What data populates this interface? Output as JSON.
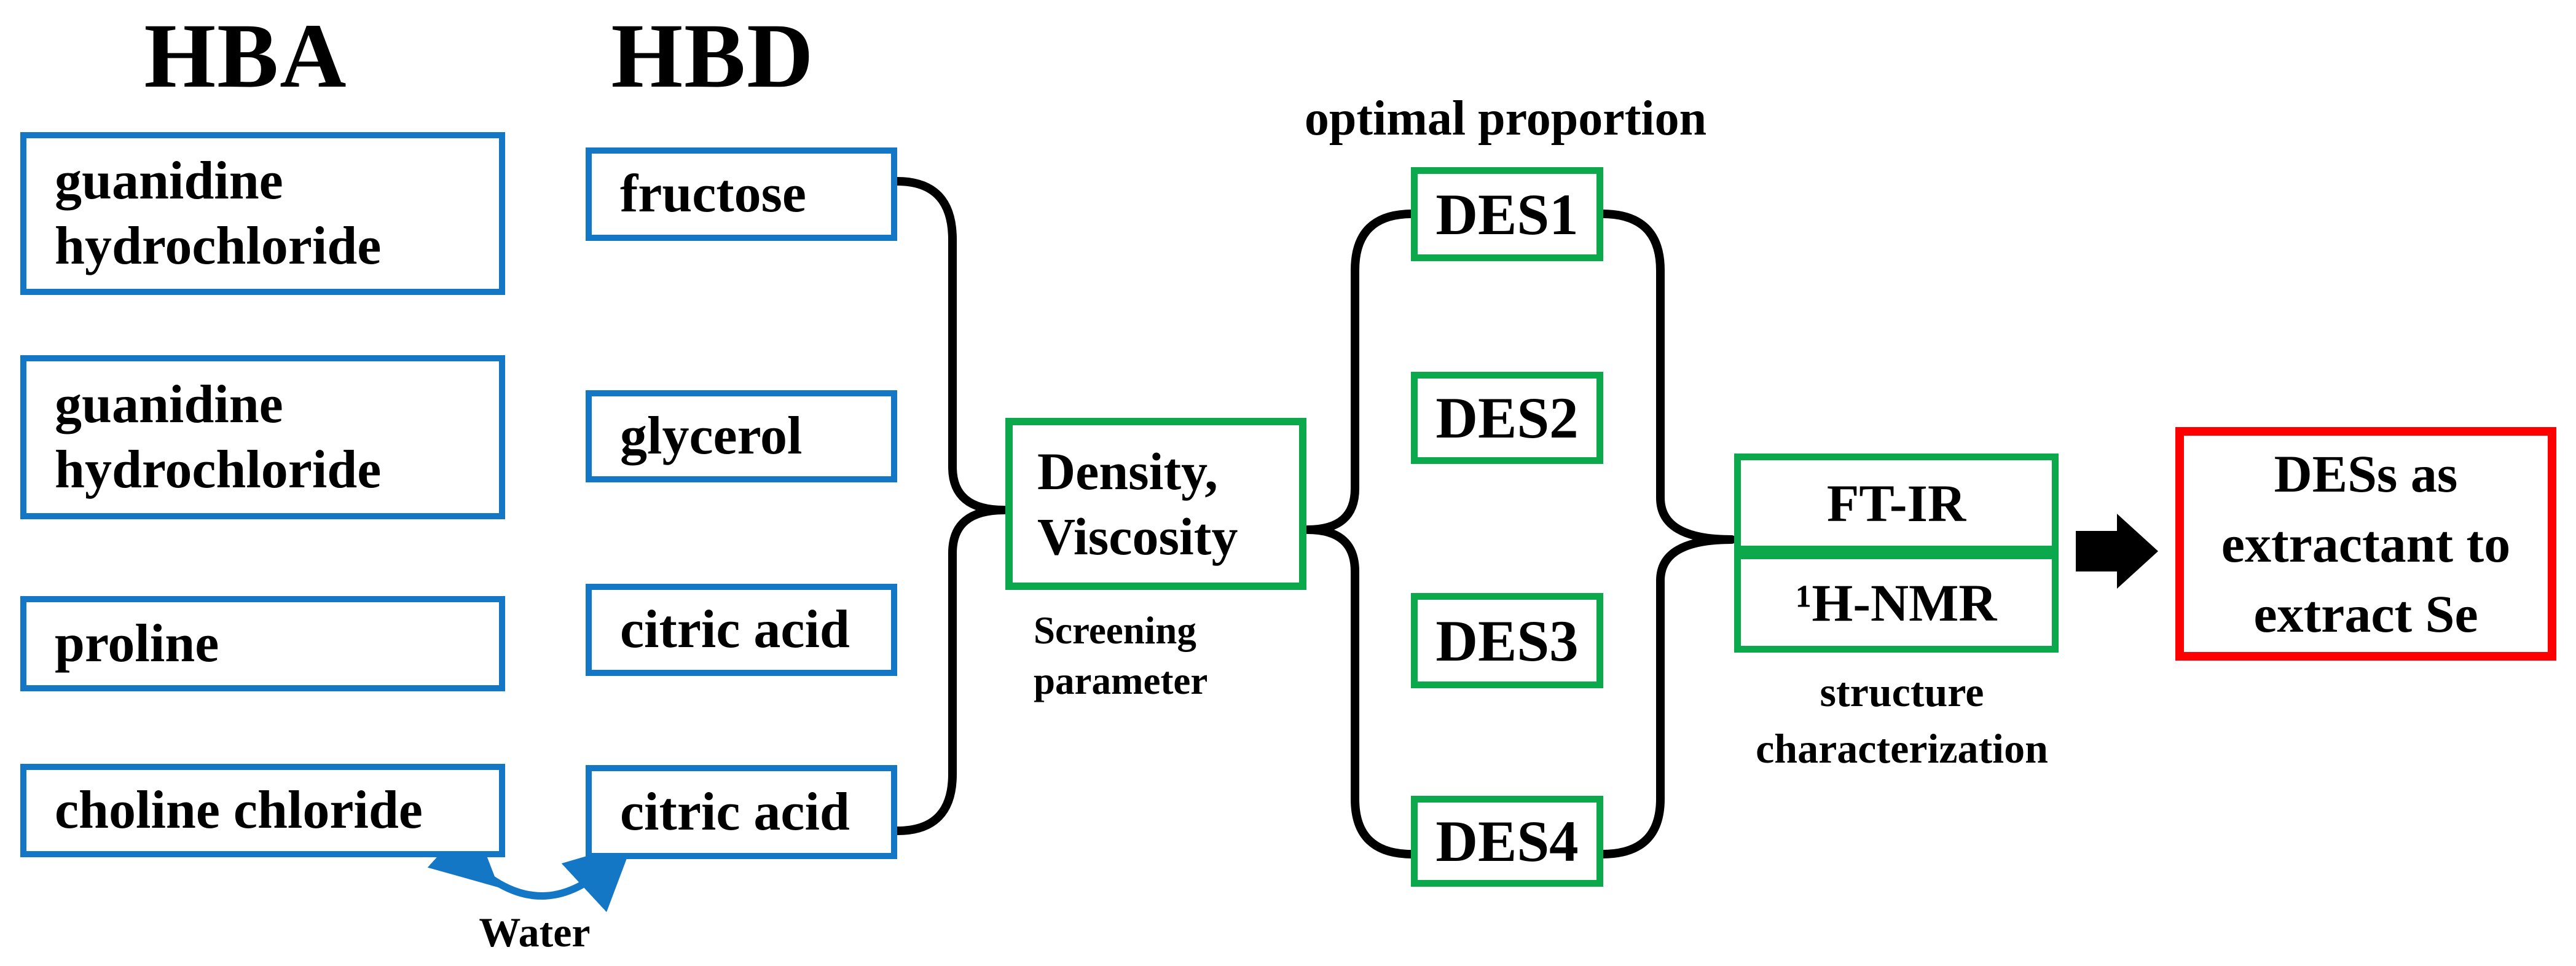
{
  "colors": {
    "accent_blue": "#1377C5",
    "accent_green": "#0BA94C",
    "accent_red": "#FF0000",
    "ink": "#000000"
  },
  "hba": {
    "title": "HBA",
    "items": [
      {
        "label": "guanidine\nhydrochloride"
      },
      {
        "label": "guanidine\nhydrochloride"
      },
      {
        "label": "proline"
      },
      {
        "label": "choline chloride"
      }
    ]
  },
  "hbd": {
    "title": "HBD",
    "items": [
      {
        "label": "fructose"
      },
      {
        "label": "glycerol"
      },
      {
        "label": "citric acid"
      },
      {
        "label": "citric acid"
      }
    ]
  },
  "water": {
    "label": "Water"
  },
  "screening": {
    "box_label": "Density,\nViscosity",
    "caption": "Screening\nparameter"
  },
  "optimal": {
    "title": "optimal proportion"
  },
  "des": {
    "items": [
      {
        "label": "DES1"
      },
      {
        "label": "DES2"
      },
      {
        "label": "DES3"
      },
      {
        "label": "DES4"
      }
    ]
  },
  "characterization": {
    "methods": [
      {
        "label": "FT-IR"
      },
      {
        "label": "¹H-NMR"
      }
    ],
    "caption": "structure\ncharacterization"
  },
  "result": {
    "label": "DESs as\nextractant to\nextract Se"
  },
  "icons": {
    "brace_hbd_to_screening": "curly-brace",
    "brace_screening_to_des": "curly-brace",
    "brace_des_to_methods": "curly-brace",
    "water_arrow": "curved-double-arrow",
    "flow_arrow": "block-arrow-right"
  }
}
